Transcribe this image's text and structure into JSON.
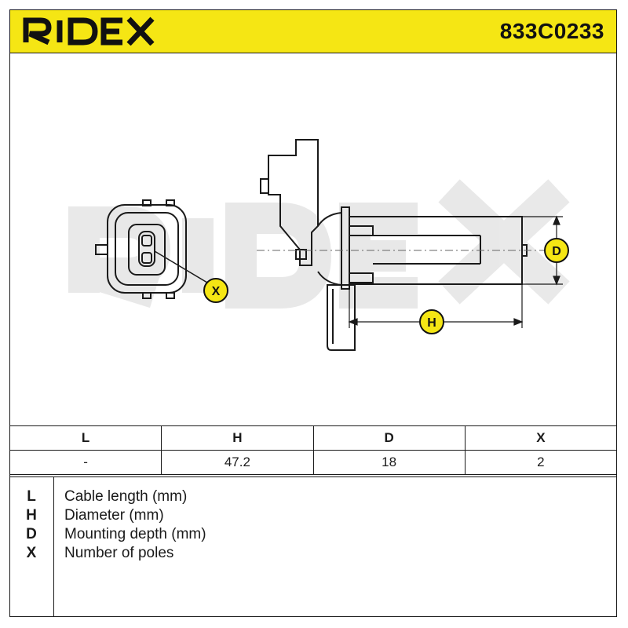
{
  "brand": {
    "logo_text": "RIDEX",
    "watermark_text": "RIDEX",
    "part_number": "833C0233",
    "accent_color": "#f5e614"
  },
  "diagram": {
    "callouts": {
      "x": "X",
      "h": "H",
      "d": "D"
    }
  },
  "specs_table": {
    "headers": [
      "L",
      "H",
      "D",
      "X"
    ],
    "values": [
      "-",
      "47.2",
      "18",
      "2"
    ]
  },
  "legend": [
    {
      "key": "L",
      "desc": "Cable length (mm)"
    },
    {
      "key": "H",
      "desc": "Diameter (mm)"
    },
    {
      "key": "D",
      "desc": "Mounting depth (mm)"
    },
    {
      "key": "X",
      "desc": "Number of poles"
    }
  ]
}
